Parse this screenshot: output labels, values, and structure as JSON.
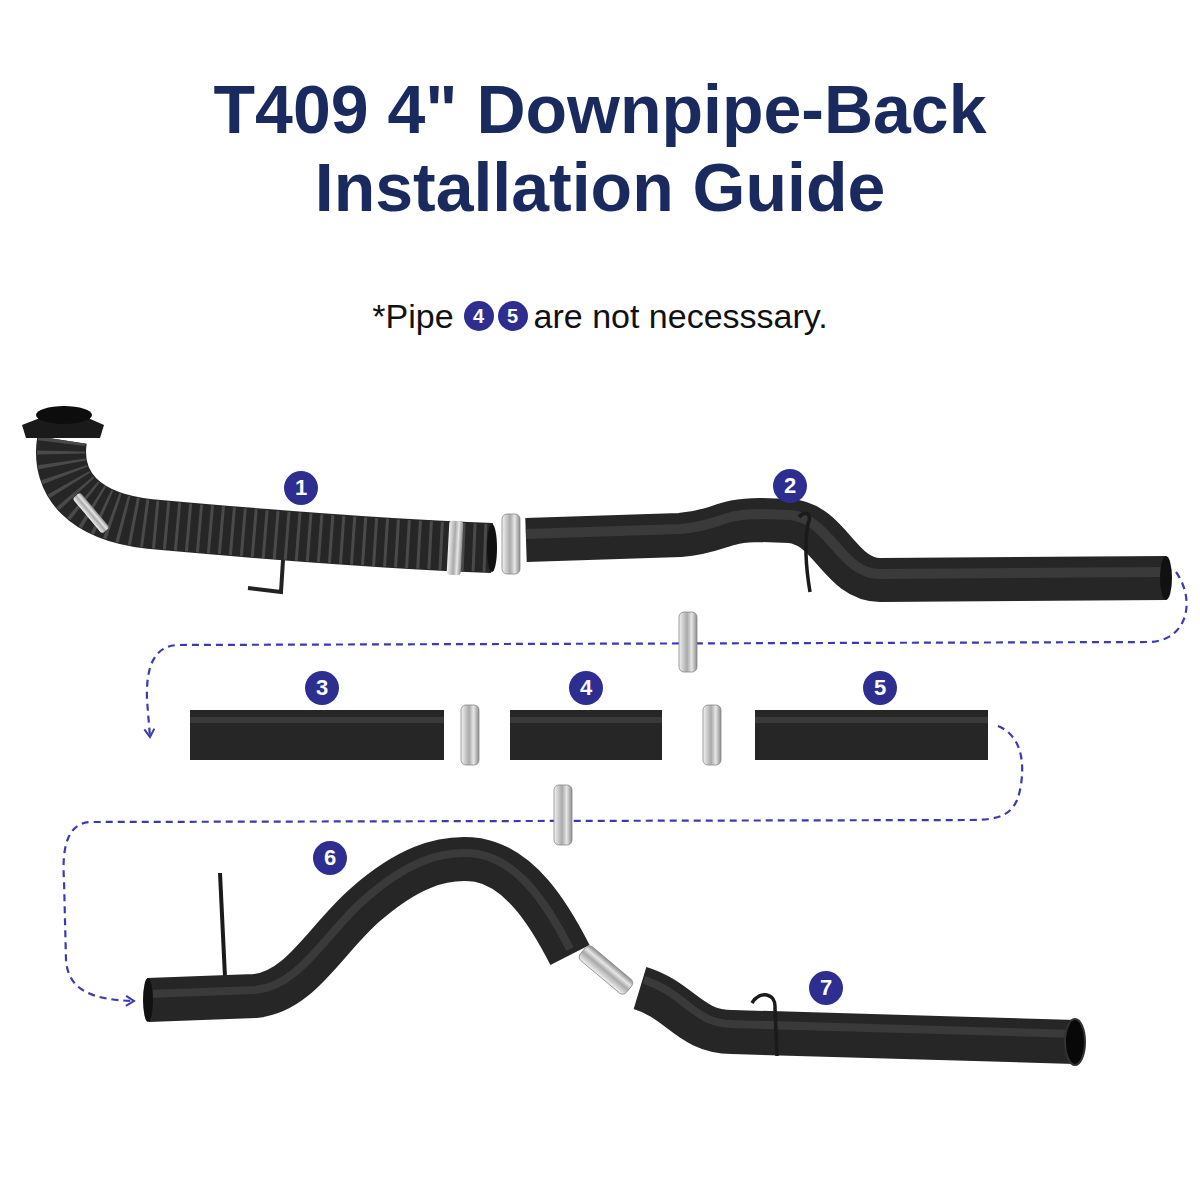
{
  "diagram": {
    "title": "T409 4\" Downpipe-Back Installation Guide",
    "labels": [
      "*Pipe",
      "4",
      "5",
      "are not necesssary.",
      "1",
      "2",
      "3",
      "4",
      "5",
      "6",
      "7"
    ]
  }
}
